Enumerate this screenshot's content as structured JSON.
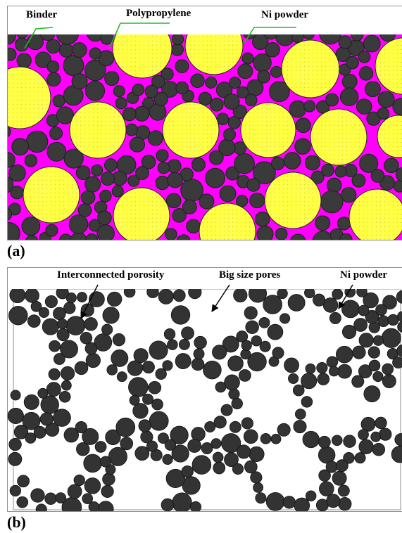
{
  "figure": {
    "panel_a": {
      "label": "(a)",
      "annotations": {
        "binder": "Binder",
        "polypropylene": "Polypropylene",
        "ni_powder": "Ni powder"
      },
      "colors": {
        "binder": "#ff00ff",
        "polypropylene": "#ffff44",
        "ni_powder": "#3a3a3a",
        "leader": "#22bb22"
      }
    },
    "panel_b": {
      "label": "(b)",
      "annotations": {
        "interconnected_porosity": "Interconnected porosity",
        "big_size_pores": "Big size pores",
        "ni_powder": "Ni powder"
      },
      "colors": {
        "ni_powder": "#333333",
        "pore": "#ffffff",
        "arrow": "#000000"
      }
    }
  }
}
